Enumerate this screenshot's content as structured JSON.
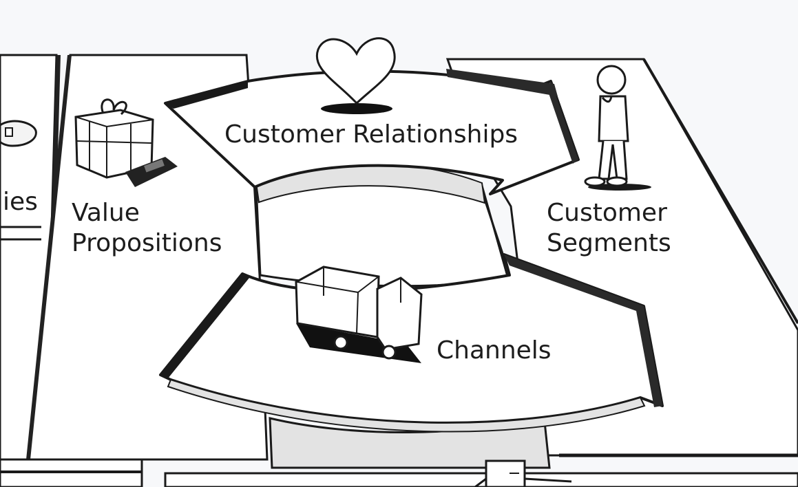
{
  "diagram": {
    "blocks": {
      "partial_left": {
        "label_fragment": "ies"
      },
      "value_propositions": {
        "lines": [
          "Value",
          "Propositions"
        ],
        "icon": "gift-icon"
      },
      "customer_relationships": {
        "label": "Customer Relationships",
        "icon": "heart-icon"
      },
      "customer_segments": {
        "lines": [
          "Customer",
          "Segments"
        ],
        "icon": "person-icon"
      },
      "channels": {
        "label": "Channels",
        "icon": "truck-icon"
      }
    },
    "colors": {
      "background": "#f7f8fa",
      "panel": "#ffffff",
      "outline": "#1a1a1a",
      "shadow_band": "#e3e3e3",
      "text": "#1c1c1c"
    }
  }
}
